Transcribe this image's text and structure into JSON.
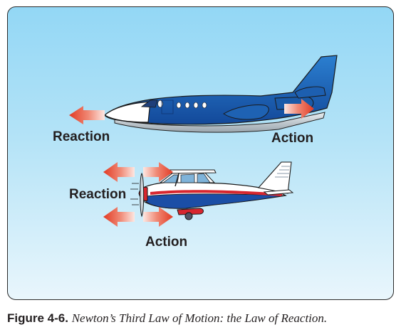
{
  "labels": {
    "jet_reaction": "Reaction",
    "jet_action": "Action",
    "prop_reaction": "Reaction",
    "prop_action": "Action"
  },
  "caption": {
    "number": "Figure 4-6.",
    "text": "Newton’s Third Law of Motion: the Law of Reaction."
  },
  "colors": {
    "sky_top": "#93d7f5",
    "fuselage_blue": "#1b5fb0",
    "arrow_red": "#e23a24",
    "stripe_red": "#d8262e"
  },
  "icons": [
    "reaction-arrow-icon",
    "action-arrow-icon",
    "jet-airplane-icon",
    "propeller-airplane-icon"
  ]
}
